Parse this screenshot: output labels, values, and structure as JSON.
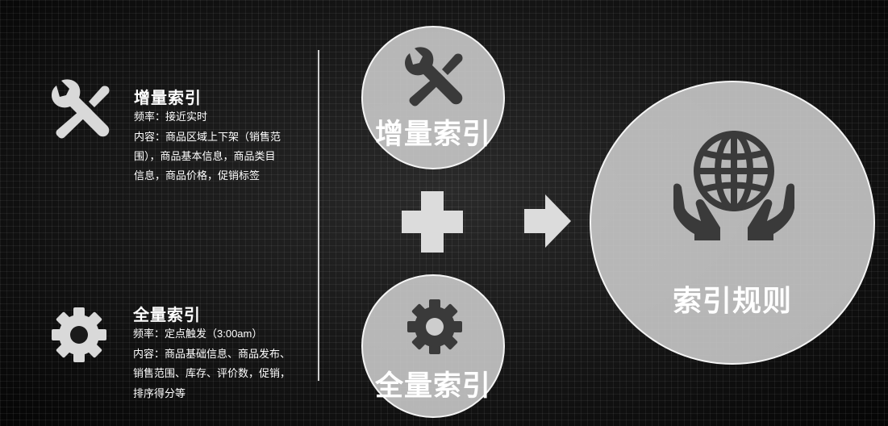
{
  "incremental": {
    "title": "增量索引",
    "frequency": "频率：接近实时",
    "content_lines": [
      "内容：商品区域上下架（销售范",
      "围），商品基本信息，商品类目",
      "信息，商品价格，促销标签"
    ],
    "circle_label": "增量索引",
    "icon": "wrench-screwdriver-icon"
  },
  "full": {
    "title": "全量索引",
    "frequency": "频率：定点触发（3:00am）",
    "content_lines": [
      "内容：商品基础信息、商品发布、",
      "销售范围、库存、评价数，促销，",
      "排序得分等"
    ],
    "circle_label": "全量索引",
    "icon": "gear-icon"
  },
  "result": {
    "label": "索引规则",
    "icon": "globe-in-hands-icon"
  },
  "operators": {
    "plus": "plus-icon",
    "arrow": "arrow-right-icon"
  },
  "colors": {
    "icon_light": "#d9d9d9",
    "icon_dark": "#3a3a3a",
    "circle_fill": "#cdcdcd",
    "text": "#ffffff"
  }
}
